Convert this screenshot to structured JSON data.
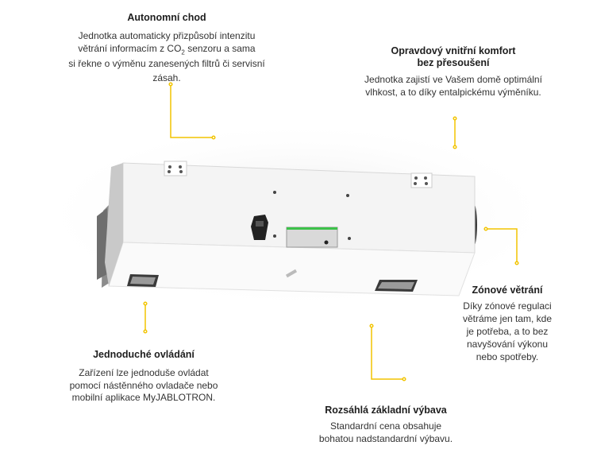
{
  "colors": {
    "connector": "#f2c400",
    "text": "#2a2a2a"
  },
  "features": {
    "autonomous": {
      "title": "Autonomní chod",
      "lines": [
        "Jednotka automaticky přizpůsobí intenzitu",
        "větrání informacím z CO",
        "2",
        " senzoru a sama",
        "si řekne o výměnu zanesených filtrů či servisní",
        "zásah."
      ]
    },
    "comfort": {
      "title_lines": [
        "Opravdový vnitřní komfort",
        "bez přesoušení"
      ],
      "lines": [
        "Jednotka zajistí ve Vašem domě optimální",
        "vlhkost, a to díky entalpickému výměníku."
      ]
    },
    "zonal": {
      "title": "Zónové větrání",
      "lines": [
        "Díky zónové regulaci",
        "větráme jen tam, kde",
        "je potřeba, a to bez",
        "navyšování výkonu",
        "nebo spotřeby."
      ]
    },
    "control": {
      "title": "Jednoduché ovládání",
      "lines": [
        "Zařízení lze jednoduše ovládat",
        "pomocí nástěnného ovladače nebo",
        "mobilní aplikace MyJABLOTRON."
      ]
    },
    "equipment": {
      "title": "Rozsáhlá základní výbava",
      "lines": [
        "Standardní cena obsahuje",
        "bohatou nadstandardní výbavu."
      ]
    }
  }
}
